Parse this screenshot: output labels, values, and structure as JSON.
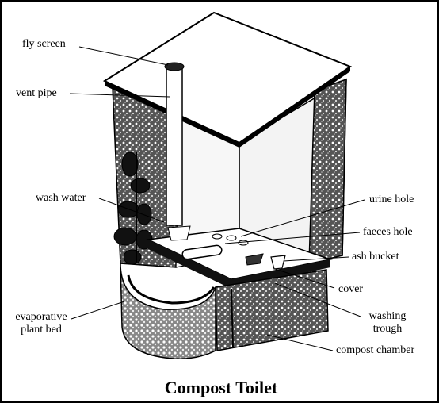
{
  "title": "Compost Toilet",
  "labels": {
    "fly_screen": "fly screen",
    "vent_pipe": "vent pipe",
    "wash_water": "wash water",
    "urine_hole": "urine hole",
    "faeces_hole": "faeces hole",
    "ash_bucket": "ash bucket",
    "cover": "cover",
    "evaporative_plant_bed_line1": "evaporative",
    "evaporative_plant_bed_line2": "plant bed",
    "washing_trough_line1": "washing",
    "washing_trough_line2": "trough",
    "compost_chamber": "compost chamber"
  },
  "colors": {
    "ink": "#000000",
    "paper": "#ffffff",
    "texture": "#3a3a3a"
  }
}
